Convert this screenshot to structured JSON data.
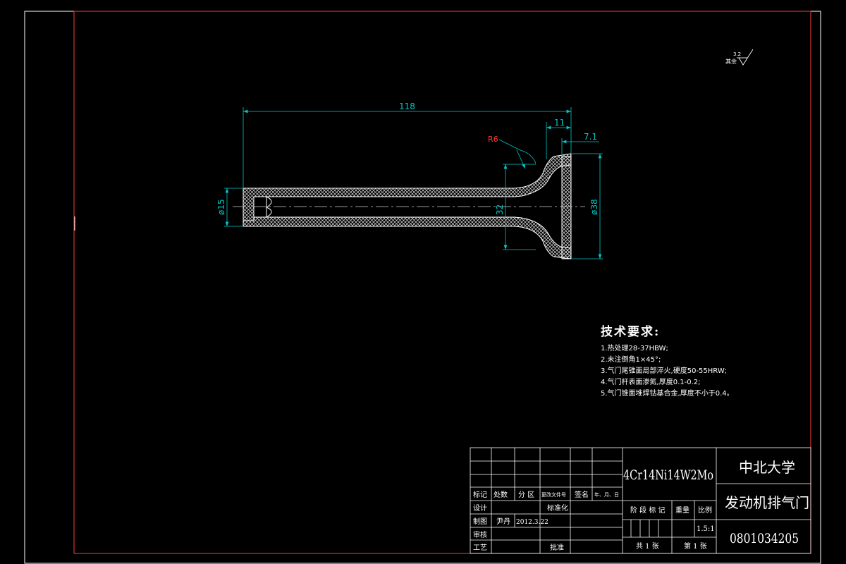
{
  "drawing": {
    "dims": {
      "length": "118",
      "head_len": "11",
      "seat_len": "7.1",
      "radius": "R6",
      "stem_dia": "ø15",
      "neck_dia": "32",
      "head_dia": "ø38"
    },
    "roughness": {
      "label": "其余",
      "value": "3.2"
    }
  },
  "tech": {
    "title": "技术要求:",
    "items": [
      "1.热处理28-37HBW;",
      "2.未注倒角1×45°;",
      "3.气门尾锥面局部淬火,硬度50-55HRW;",
      "4.气门杆表面渗氮,厚度0.1-0.2;",
      "5.气门锥面堆焊钴基合金,厚度不小于0.4。"
    ]
  },
  "titleblock": {
    "material": "4Cr14Ni14W2Mo",
    "school": "中北大学",
    "part_name": "发动机排气门",
    "drawing_no": "0801034205",
    "headers": {
      "mark": "标记",
      "count": "处数",
      "zone": "分 区",
      "change_doc": "更改文件号",
      "sign": "签名",
      "date": "年、月、日"
    },
    "rows": {
      "design": "设计",
      "standardize": "标准化",
      "draw": "制图",
      "drawer": "尹丹",
      "draw_date": "2012.3.22",
      "check": "审核",
      "process": "工艺",
      "approve": "批准"
    },
    "stage_label": "阶 段 标 记",
    "weight_label": "重量",
    "scale_label": "比例",
    "scale": "1.5:1",
    "sheets_total": "共 1 张",
    "sheet_no": "第 1 张"
  },
  "colors": {
    "frame": "#ff3b3b",
    "dimension": "#00c8c8",
    "outline": "#ffffff",
    "centerline": "#d0d0d0"
  }
}
